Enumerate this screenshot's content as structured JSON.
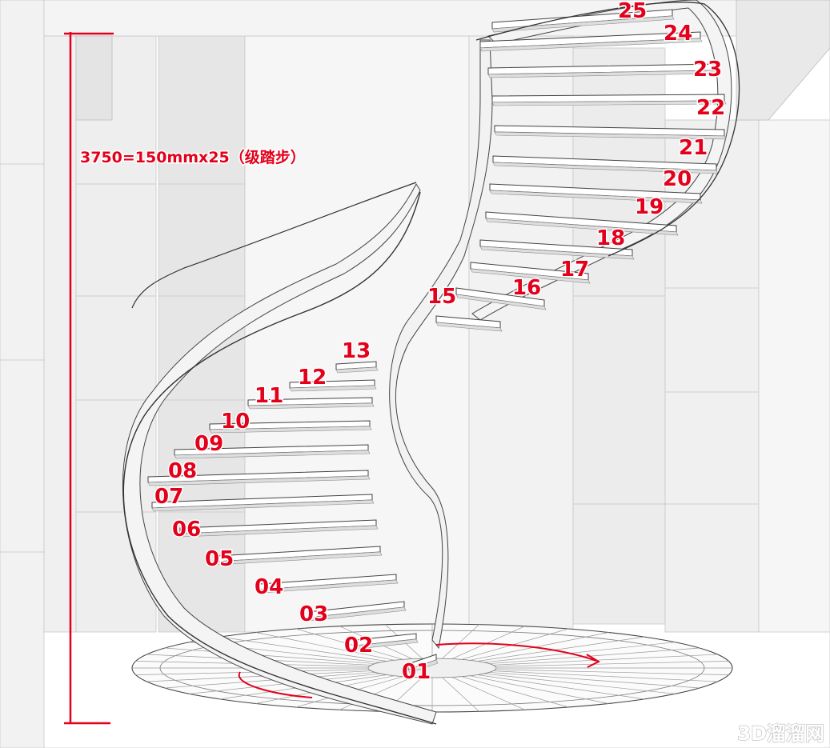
{
  "dimension": {
    "label": "3750=150mmx25（级踏步）"
  },
  "steps": [
    "01",
    "02",
    "03",
    "04",
    "05",
    "06",
    "07",
    "08",
    "09",
    "10",
    "11",
    "12",
    "13",
    "15",
    "16",
    "17",
    "18",
    "19",
    "20",
    "21",
    "22",
    "23",
    "24",
    "25"
  ],
  "watermark": {
    "text": "3D溜溜网"
  },
  "colors": {
    "annotation": "#e3001b",
    "line": "#444444",
    "wall": "#f4f4f4",
    "shadow": "#dedede"
  }
}
